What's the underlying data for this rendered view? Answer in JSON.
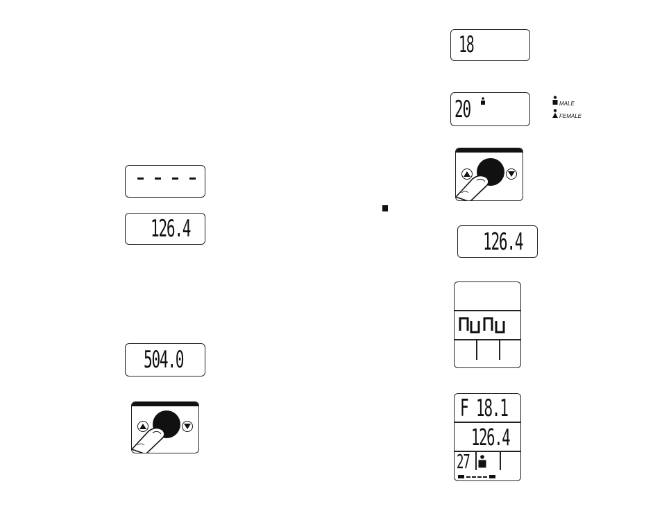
{
  "left_column": {
    "blank_display": {
      "dashes": 4
    },
    "weight_display": {
      "value": "126.4"
    },
    "total_display": {
      "value": "504.0"
    }
  },
  "right_column": {
    "age_display": {
      "value": "18"
    },
    "age_gender_display": {
      "value": "20"
    },
    "gender_legend": {
      "male": "MALE",
      "female": "FEMALE"
    },
    "weight_display": {
      "value": "126.4"
    },
    "summary_display": {
      "fat_line": "F 18.1",
      "weight_line": "126.4",
      "age": "27"
    }
  }
}
